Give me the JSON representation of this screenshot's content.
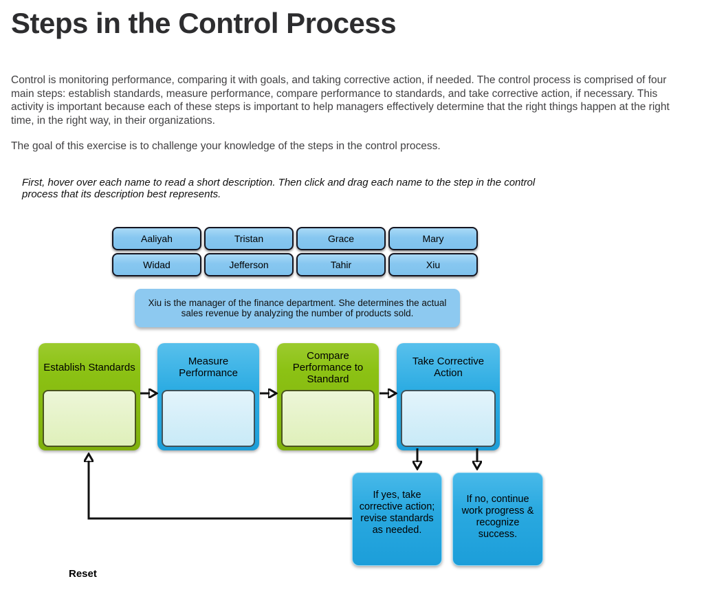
{
  "page": {
    "title": "Steps in the Control Process"
  },
  "intro": {
    "paragraph1": "Control is monitoring performance, comparing it with goals, and taking corrective action, if needed. The control process is comprised of four main steps: establish standards, measure performance, compare performance to standards, and take corrective action, if necessary. This activity is important because each of these steps is important to help managers effectively determine that the right things happen at the right time, in the right way, in their organizations.",
    "paragraph2": "The goal of this exercise is to challenge your knowledge of the steps in the control process."
  },
  "instructions": "First, hover over each name to read a short description. Then click and drag each name to the step in the control process that its description best represents.",
  "names": {
    "row1": [
      "Aaliyah",
      "Tristan",
      "Grace",
      "Mary"
    ],
    "row2": [
      "Widad",
      "Jefferson",
      "Tahir",
      "Xiu"
    ]
  },
  "tooltip": {
    "text": "Xiu is the manager of the finance department. She determines the actual sales revenue by analyzing the number of products sold."
  },
  "steps": [
    {
      "label": "Establish Standards",
      "color": "#8cc214"
    },
    {
      "label": "Measure Performance",
      "color": "#2aabe2"
    },
    {
      "label": "Compare Performance to Standard",
      "color": "#8cc214"
    },
    {
      "label": "Take Corrective Action",
      "color": "#2aabe2"
    }
  ],
  "outcomes": [
    {
      "text": "If yes, take corrective action; revise standards as needed."
    },
    {
      "text": "If no, continue work progress & recognize success."
    }
  ],
  "reset_label": "Reset",
  "colors": {
    "step_green": "#8cc214",
    "step_green_pale": "#dff0ba",
    "step_blue": "#2aabe2",
    "step_blue_pale": "#c8eaf7",
    "name_tile_blue": "#87c7f0",
    "tooltip_blue": "#8dc9f0",
    "arrow_black": "#111111",
    "text_dark": "#414042"
  }
}
